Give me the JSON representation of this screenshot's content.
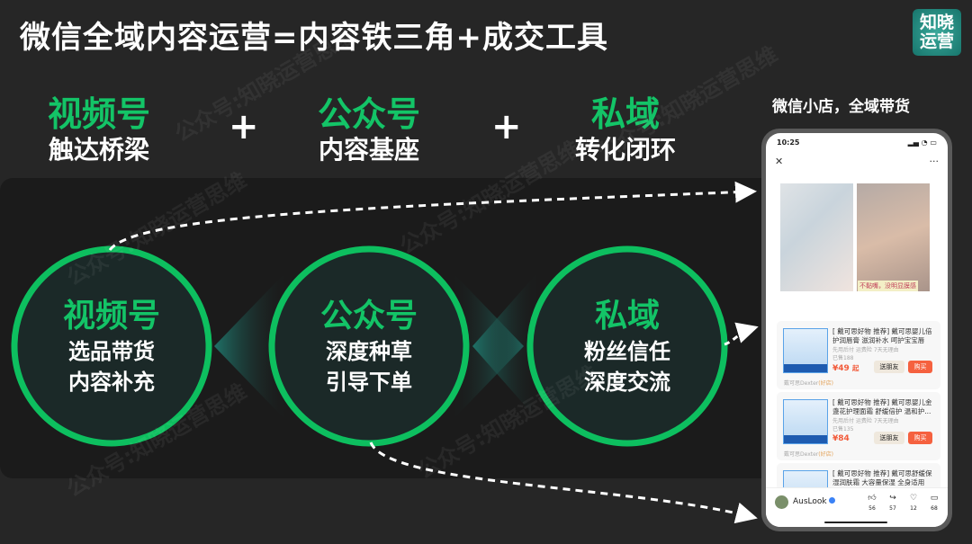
{
  "title": "微信全域内容运营=内容铁三角+成交工具",
  "logo": {
    "line1": "知晓",
    "line2": "运营"
  },
  "watermark": "公众号:知晓运营思维",
  "top": [
    {
      "head": "视频号",
      "sub": "触达桥梁"
    },
    {
      "head": "公众号",
      "sub": "内容基座"
    },
    {
      "head": "私域",
      "sub": "转化闭环"
    }
  ],
  "plus": "+",
  "circles": [
    {
      "head": "视频号",
      "l1": "选品带货",
      "l2": "内容补充"
    },
    {
      "head": "公众号",
      "l1": "深度种草",
      "l2": "引导下单"
    },
    {
      "head": "私域",
      "l1": "粉丝信任",
      "l2": "深度交流"
    }
  ],
  "colors": {
    "green": "#0dbf5f",
    "teal": "#1f6f66",
    "panel": "#1b1b1b"
  },
  "phone": {
    "caption": "微信小店，全域带货",
    "time": "10:25",
    "close_icon": "close-icon",
    "more_icon": "more-icon",
    "image_caption": "不黏嘴，没明显膜感",
    "products": [
      {
        "title": "[ 戴可思好物 推荐] 戴可思婴儿倍护润唇膏 滋润补水 呵护宝宝唇",
        "meta1": "先用后付  运费险  7天无理由",
        "sold": "已售188",
        "price": "¥49",
        "price_suffix": "起",
        "friend": "送朋友",
        "buy": "购买",
        "shop": "戴可思Dexter",
        "shop_tag": "(好店)"
      },
      {
        "title": "[ 戴可思好物 推荐] 戴可思婴儿金盏花护理面霜 舒缓倍护 温和护...",
        "meta1": "先用后付  运费险  7天无理由",
        "sold": "已售135",
        "price": "¥84",
        "price_suffix": "",
        "friend": "送朋友",
        "buy": "购买",
        "shop": "戴可思Dexter",
        "shop_tag": "(好店)"
      },
      {
        "title": "[ 戴可思好物 推荐] 戴可思舒缓保湿润肤霜 大容量保湿 全身适用"
      }
    ],
    "user": "AusLook",
    "actions": [
      {
        "icon": "thumbs-up-icon",
        "count": "56"
      },
      {
        "icon": "share-icon",
        "count": "57"
      },
      {
        "icon": "heart-icon",
        "count": "12"
      },
      {
        "icon": "comment-icon",
        "count": "68"
      }
    ]
  }
}
